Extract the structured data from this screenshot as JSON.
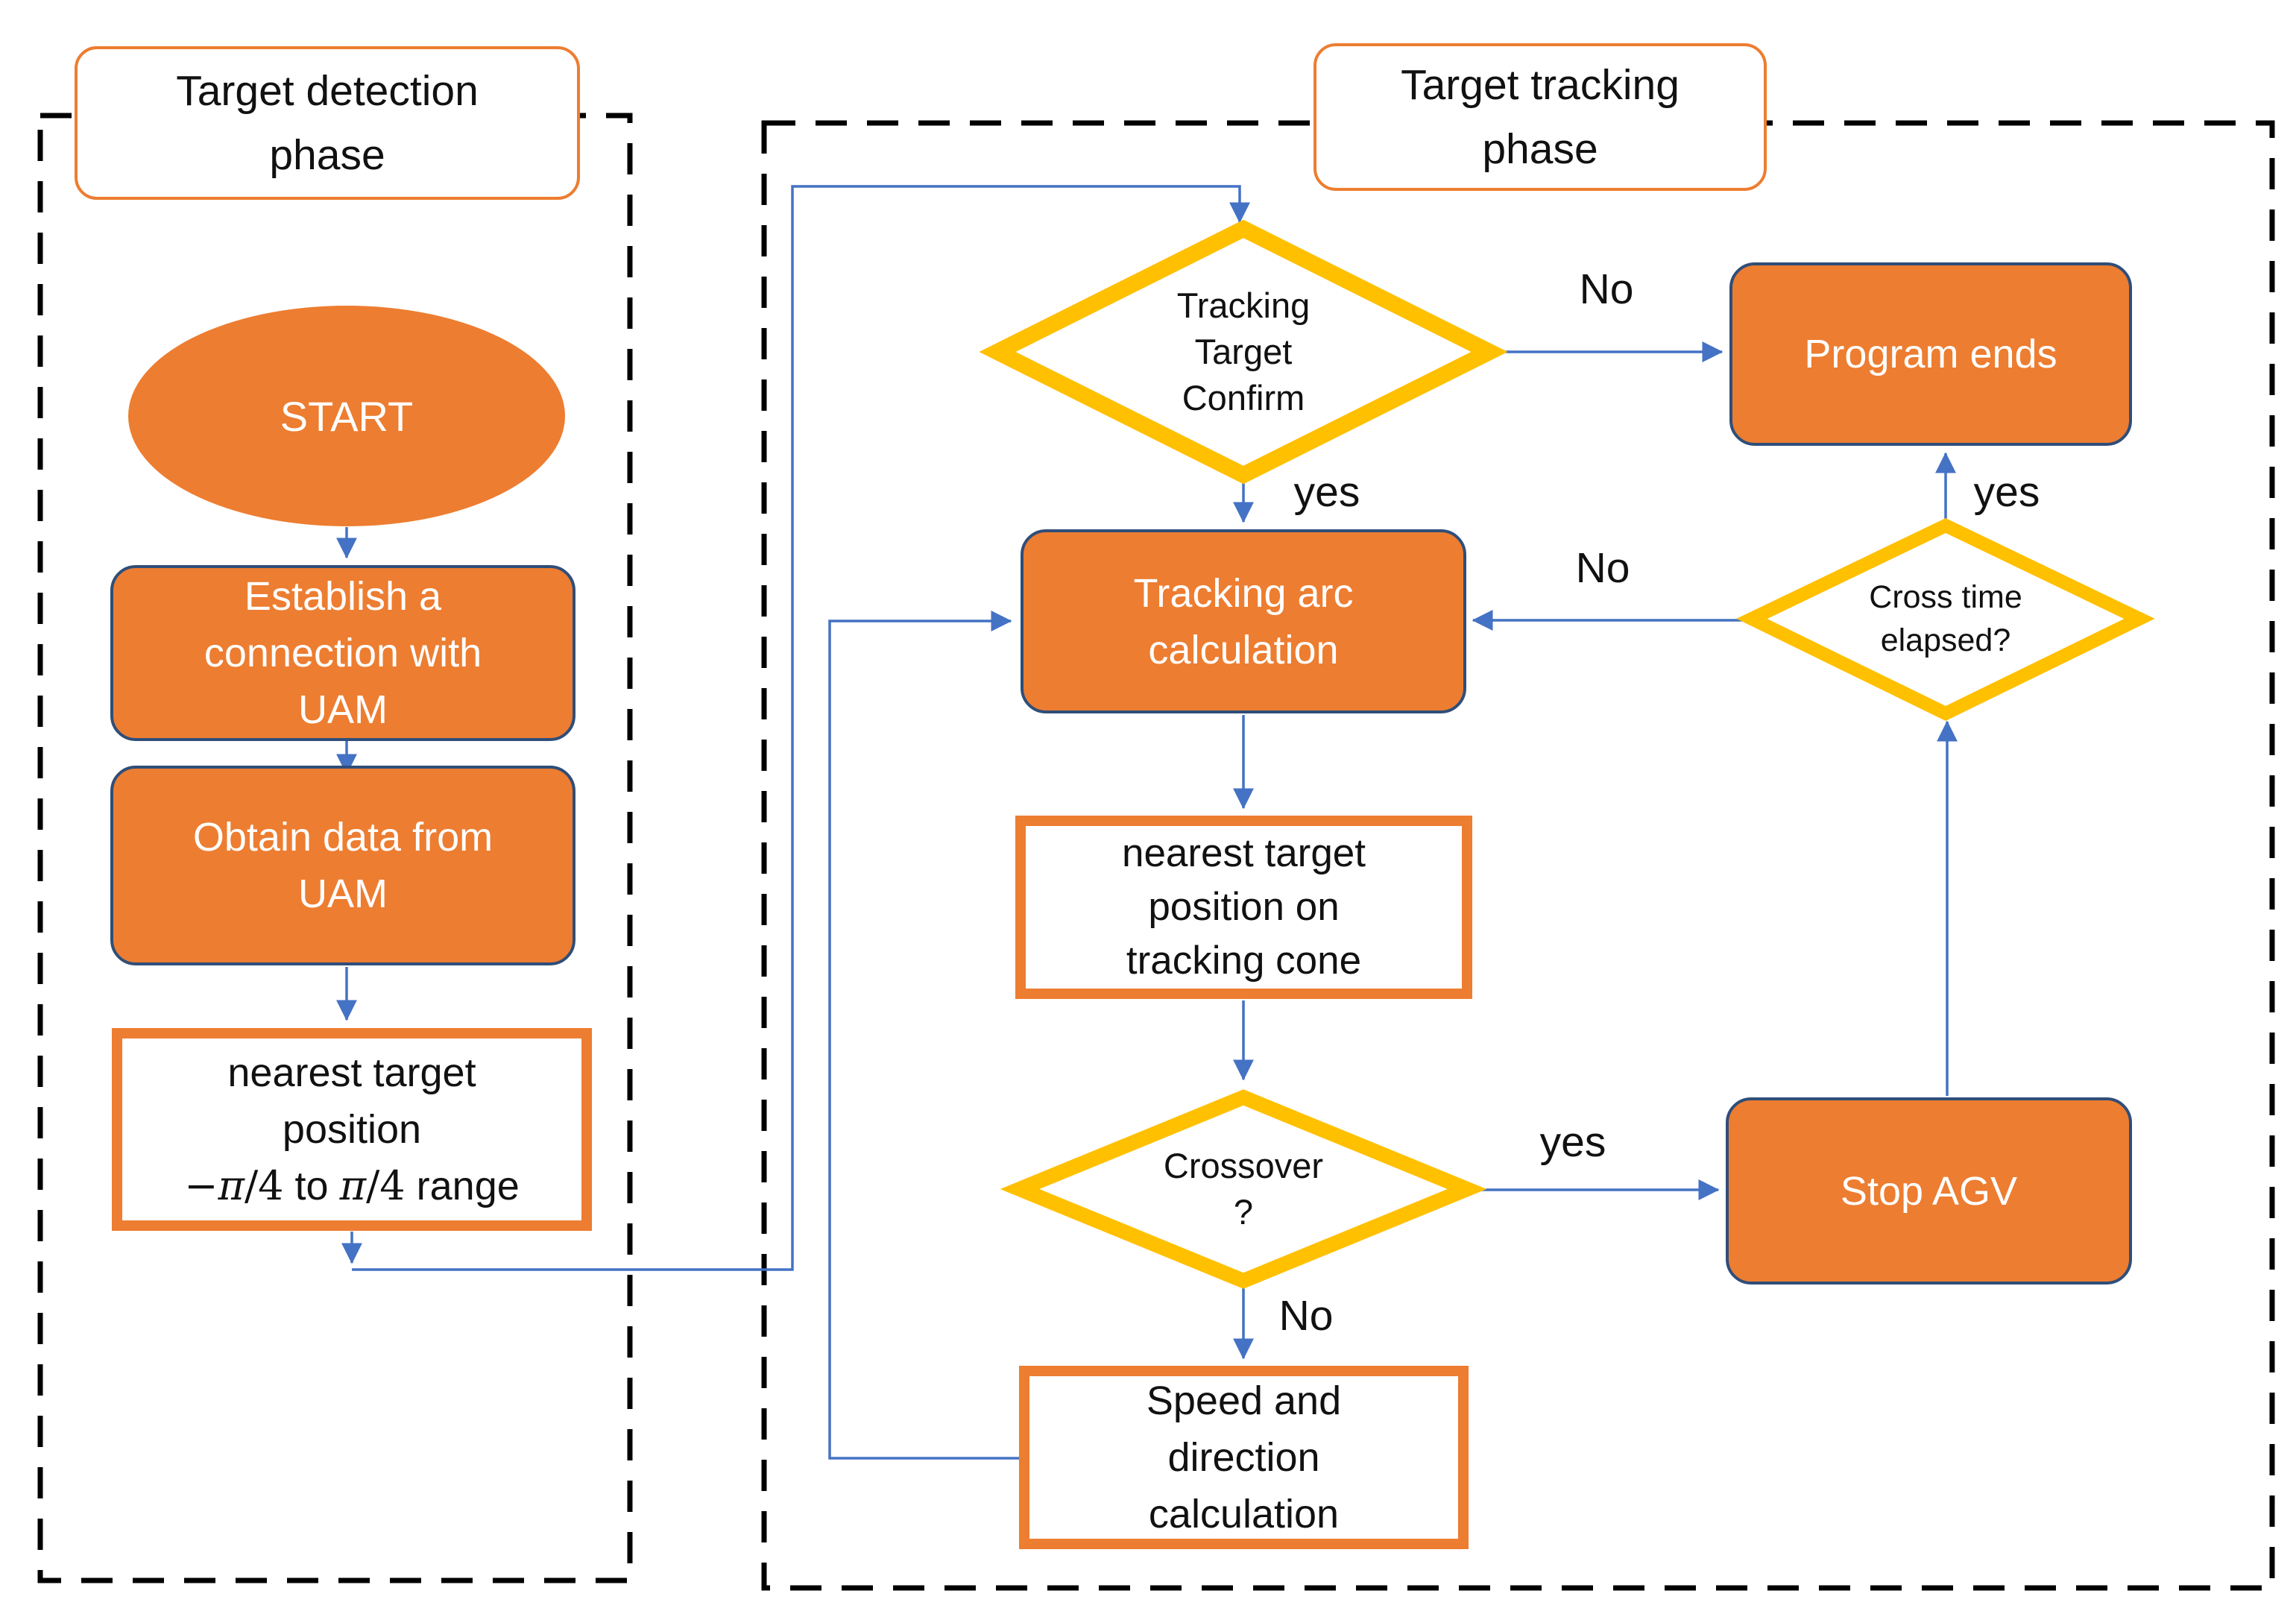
{
  "colors": {
    "shape_fill_orange": "#ED7D31",
    "shape_border_blue": "#2F4E79",
    "diamond_border_yellow": "#FFC000",
    "arrow_blue": "#4472C4",
    "dashed_border_black": "#000000",
    "white_box_border_orange": "#ED7D31"
  },
  "phases": {
    "detection": {
      "line1": "Target detection",
      "line2": "phase"
    },
    "tracking": {
      "line1": "Target tracking",
      "line2": "phase"
    }
  },
  "nodes": {
    "start": {
      "label": "START"
    },
    "establish": {
      "line1": "Establish a",
      "line2": "connection with",
      "line3": "UAM"
    },
    "obtain": {
      "line1": "Obtain data from",
      "line2": "UAM"
    },
    "nearest_range": {
      "line1": "nearest target",
      "line2": "position",
      "math": {
        "m1": "−",
        "pi1": "π",
        "f1": "/4",
        "mid": " to ",
        "pi2": "π",
        "f2": "/4",
        "end": " range"
      }
    },
    "tracking_confirm": {
      "line1": "Tracking",
      "line2": "Target",
      "line3": "Confirm"
    },
    "program_ends": {
      "label": "Program ends"
    },
    "tracking_arc": {
      "line1": "Tracking arc",
      "line2": "calculation"
    },
    "cross_time": {
      "line1": "Cross time",
      "line2": "elapsed?"
    },
    "cone": {
      "line1": "nearest target",
      "line2": "position on",
      "line3": "tracking cone"
    },
    "crossover": {
      "line1": "Crossover",
      "line2": "?"
    },
    "stop_agv": {
      "label": "Stop AGV"
    },
    "speed": {
      "line1": "Speed and",
      "line2": "direction",
      "line3": "calculation"
    }
  },
  "edge_labels": {
    "confirm_no": "No",
    "confirm_yes": "yes",
    "arc_return_no": "No",
    "crossover_yes": "yes",
    "crossover_no": "No",
    "crosstime_yes": "yes"
  }
}
